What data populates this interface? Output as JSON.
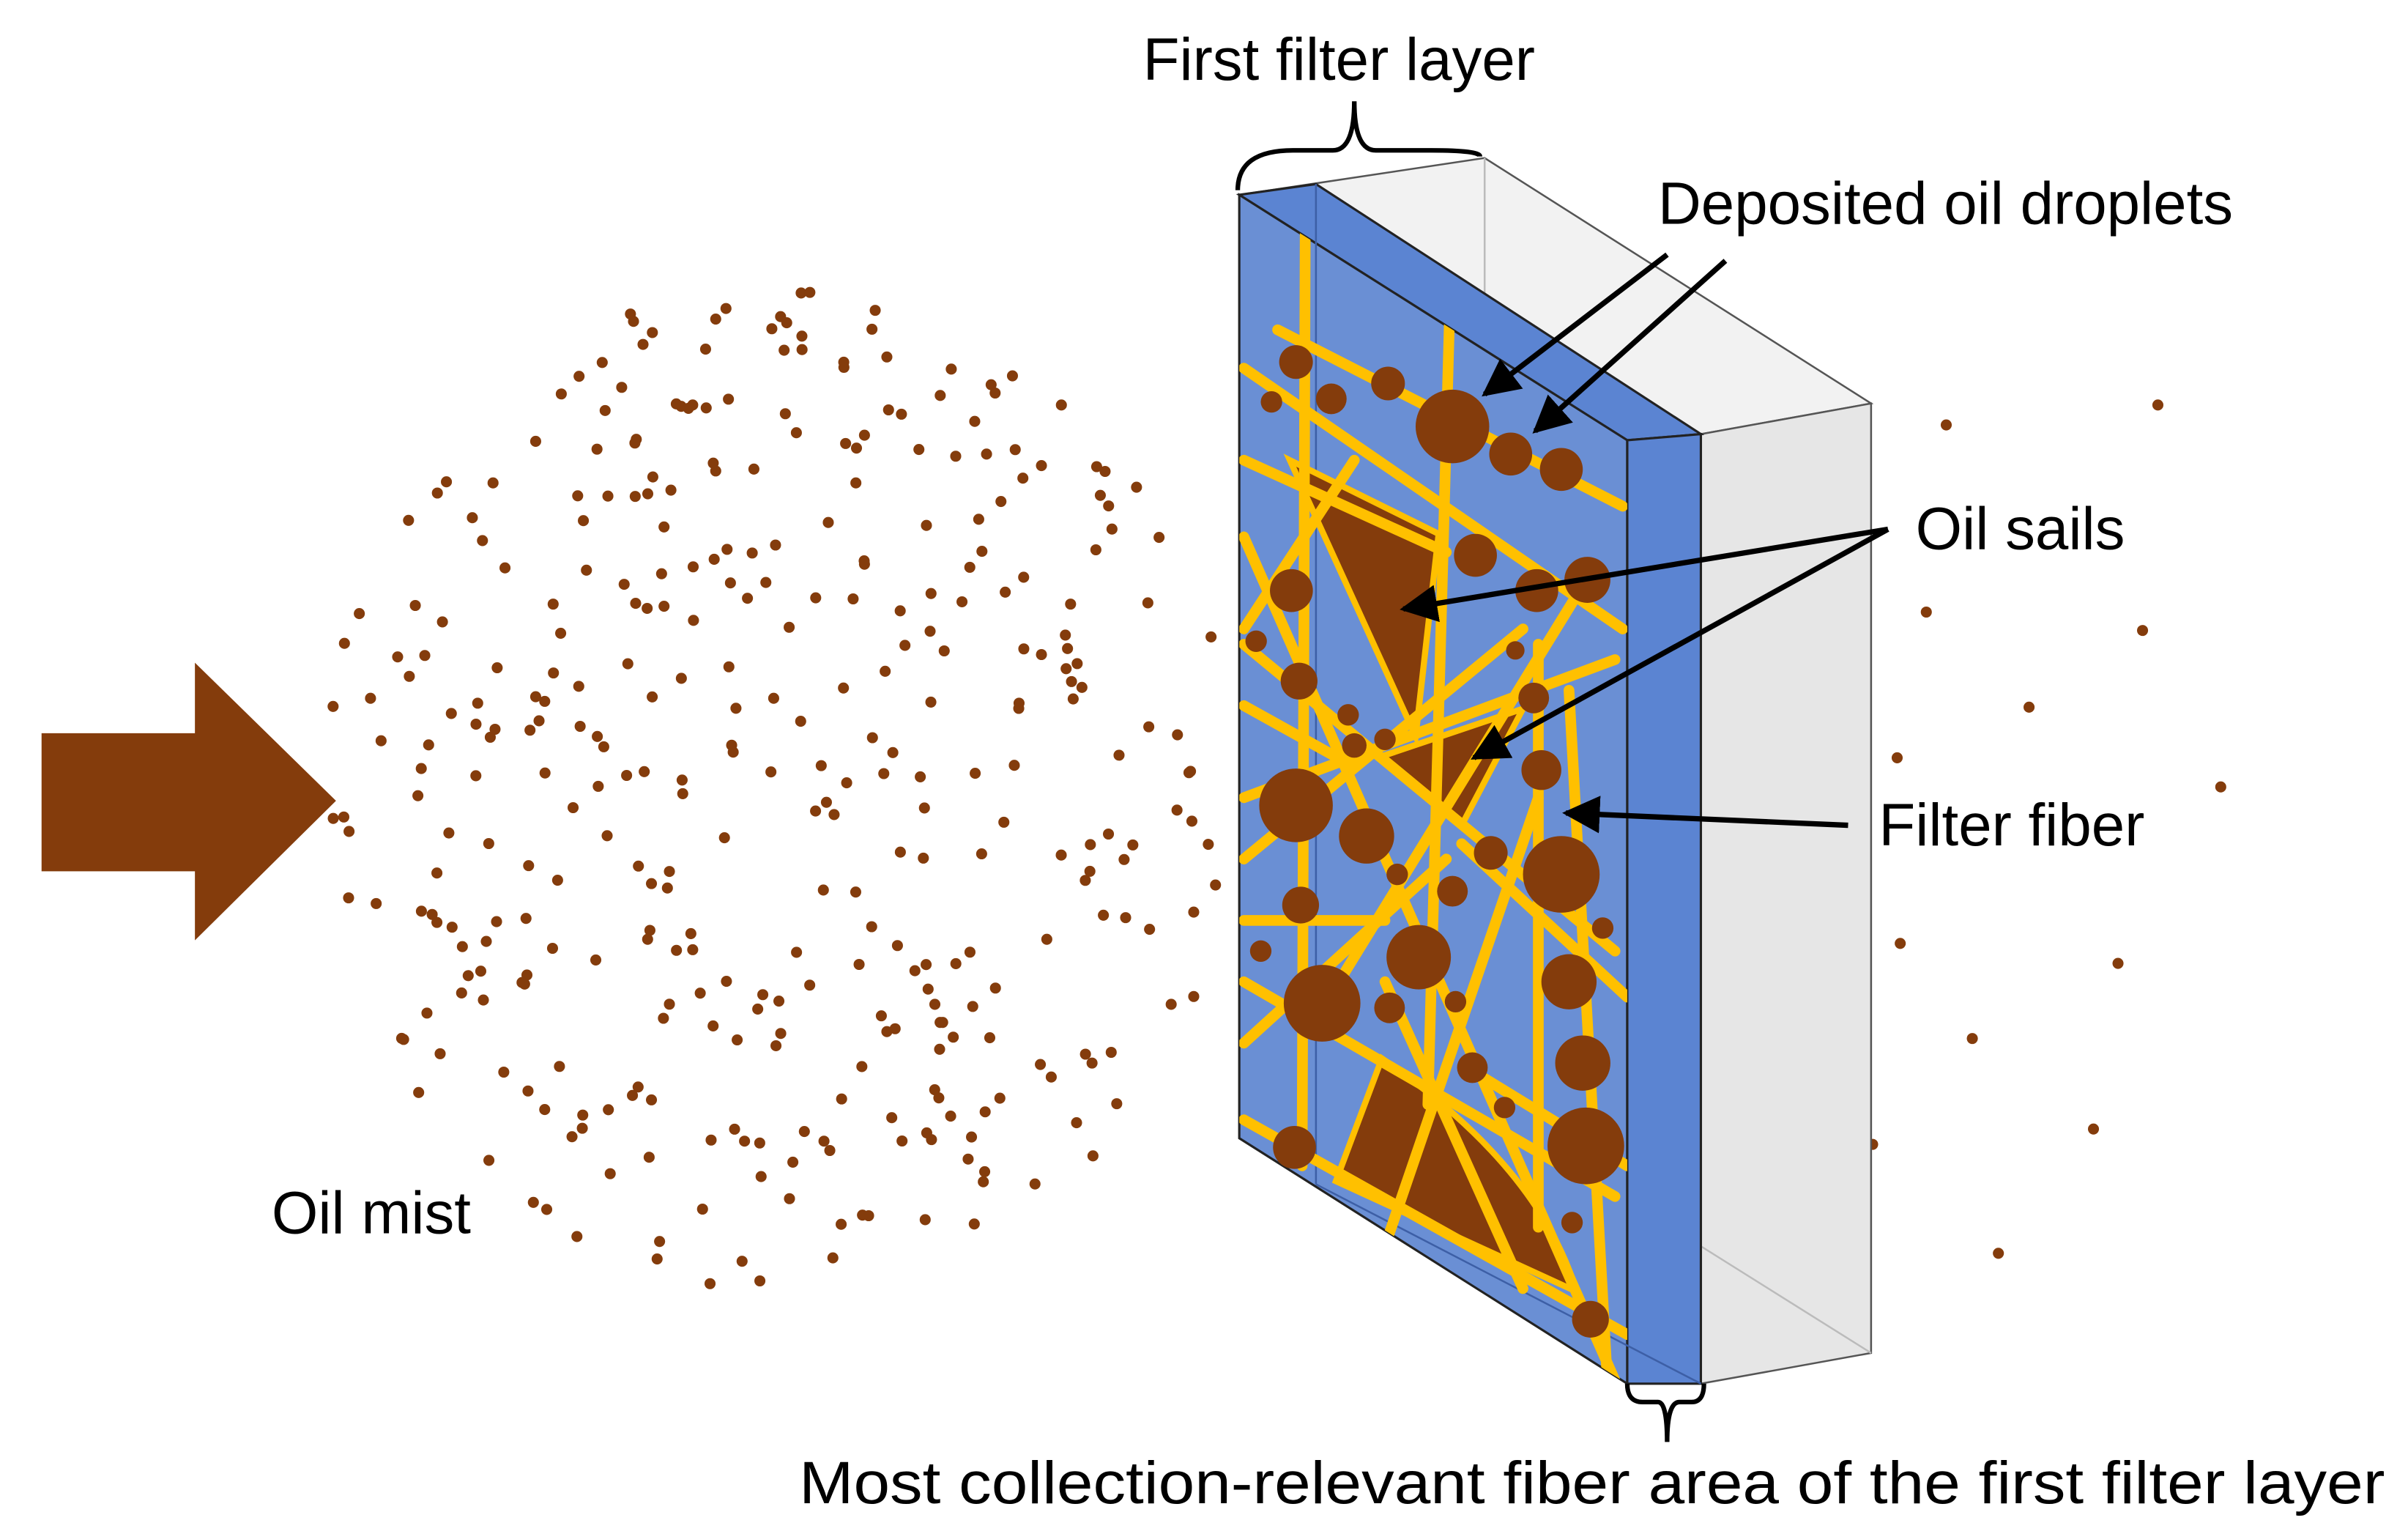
{
  "labels": {
    "first_filter_layer": "First filter layer",
    "deposited_oil_droplets": "Deposited oil droplets",
    "oil_sails": "Oil sails",
    "filter_fiber": "Filter fiber",
    "oil_mist": "Oil mist",
    "collection_area": "Most collection-relevant fiber area of the first filter layer"
  },
  "colors": {
    "oil": "#843C0C",
    "fiber": "#FFC000",
    "filter_front": "#6A8FD4",
    "filter_side": "#5B84D2",
    "filter_back_front": "#E6E6E6",
    "filter_back_top": "#F2F2F2",
    "outline": "#000000"
  }
}
